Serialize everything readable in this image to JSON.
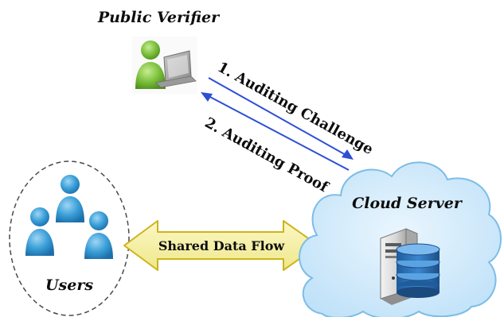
{
  "labels": {
    "public_verifier": "Public Verifier",
    "auditing_challenge": "1. Auditing Challenge",
    "auditing_proof": "2. Auditing Proof",
    "cloud_server": "Cloud Server",
    "shared_data_flow": "Shared Data Flow",
    "users": "Users"
  },
  "icons": {
    "verifier": "person-laptop-icon",
    "users": "users-group-icon",
    "server": "server-icon",
    "database": "database-icon",
    "cloud": "cloud-icon"
  },
  "colors": {
    "arrow_blue": "#2d4fd6",
    "person_green": "#7cc13d",
    "person_blue": "#2f9bd6",
    "cloud_fill": "#cfe9fb",
    "cloud_stroke": "#6fb6e6",
    "flow_fill": "#f4f0a0",
    "flow_stroke": "#d0b81e",
    "db_blue": "#2a6fb4"
  }
}
